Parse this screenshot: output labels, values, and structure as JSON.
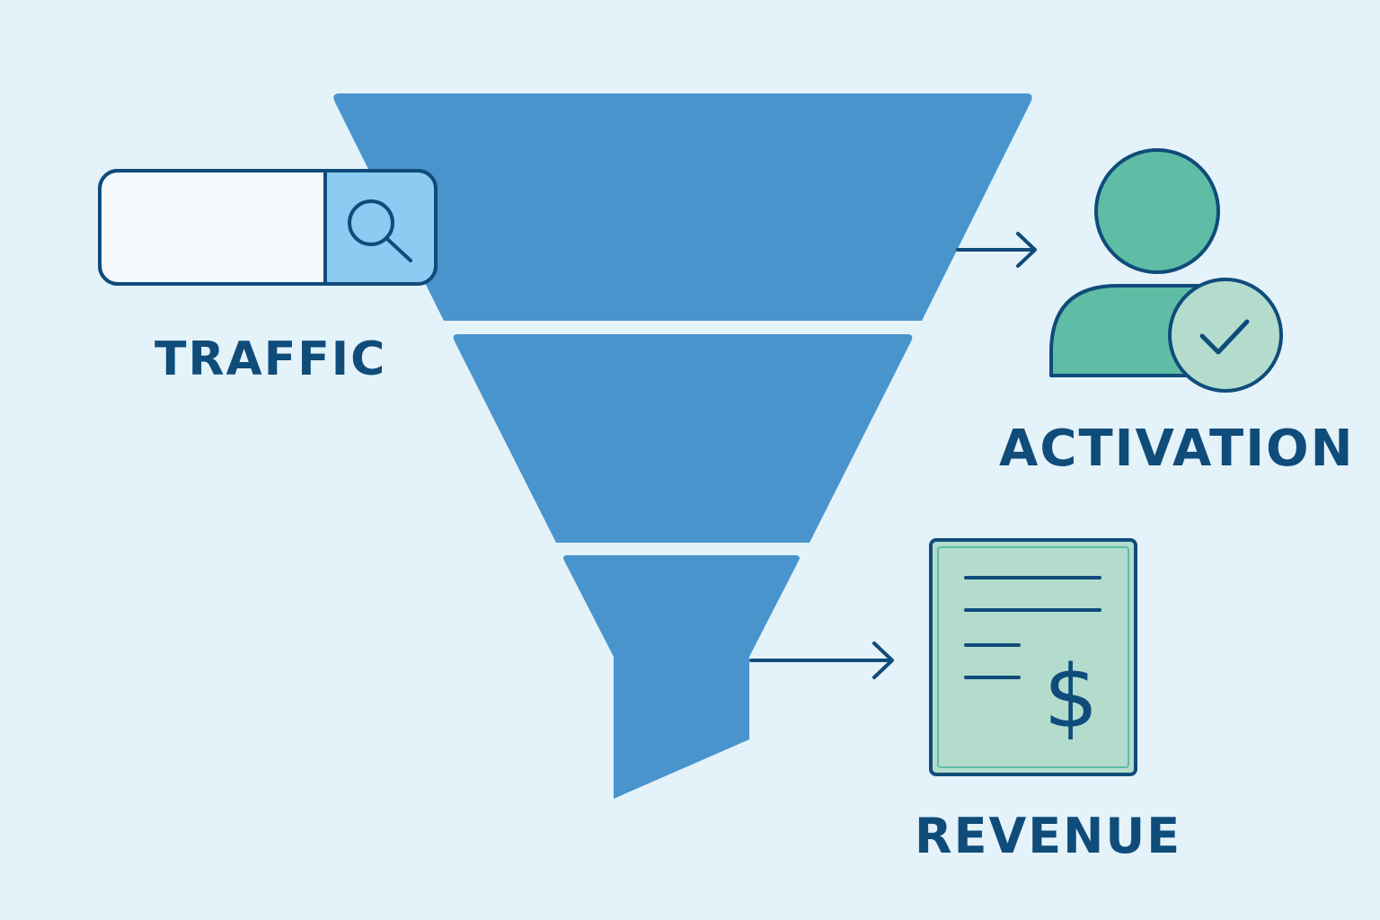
{
  "stages": {
    "traffic": {
      "label": "TRAFFIC",
      "icon": "search-bar-icon"
    },
    "activation": {
      "label": "ACTIVATION",
      "icon": "user-check-icon"
    },
    "revenue": {
      "label": "REVENUE",
      "icon": "invoice-dollar-icon",
      "symbol": "$"
    }
  },
  "colors": {
    "background": "#e4f2f9",
    "funnel": "#4994cd",
    "outline": "#0f4c7a",
    "search_field": "#f3f9fd",
    "search_button": "#8ccbf2",
    "user_fill": "#5fbca5",
    "check_badge": "#b3dccd",
    "invoice_fill": "#b3dccd"
  }
}
